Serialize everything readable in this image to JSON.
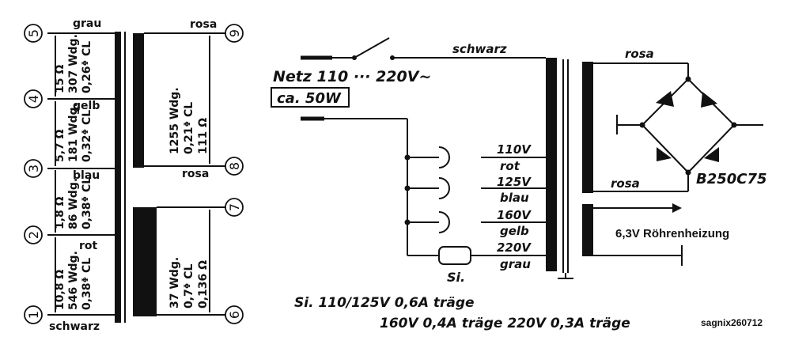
{
  "left_transformer": {
    "terminals": [
      {
        "num": "1",
        "wire": "schwarz"
      },
      {
        "num": "2",
        "wire": "rot"
      },
      {
        "num": "3",
        "wire": "blau"
      },
      {
        "num": "4",
        "wire": "gelb"
      },
      {
        "num": "5",
        "wire": "grau"
      },
      {
        "num": "6",
        "wire": ""
      },
      {
        "num": "7",
        "wire": ""
      },
      {
        "num": "8",
        "wire": "rosa"
      },
      {
        "num": "9",
        "wire": "rosa"
      }
    ],
    "primary_sections": [
      {
        "ohm": "10,8 Ω",
        "turns": "546 Wdg.",
        "wire": "0,38ᶲ CL"
      },
      {
        "ohm": "1,8 Ω",
        "turns": "86 Wdg.",
        "wire": "0,38ᶲ CL"
      },
      {
        "ohm": "5,7 Ω",
        "turns": "181 Wdg.",
        "wire": "0,32ᶲ CL"
      },
      {
        "ohm": "15 Ω",
        "turns": "307 Wdg.",
        "wire": "0,26ᶲ CL"
      }
    ],
    "secondary_hv": {
      "turns": "1255 Wdg.",
      "wire": "0,21ᶲ CL",
      "ohm": "111 Ω"
    },
    "secondary_heater": {
      "turns": "37 Wdg.",
      "wire": "0,7ᶲ CL",
      "ohm": "0,136 Ω"
    }
  },
  "right_schematic": {
    "mains": "Netz 110 ··· 220V~",
    "power": "ca. 50W",
    "wire_top": "schwarz",
    "taps": [
      {
        "volt": "110V",
        "color": "rot"
      },
      {
        "volt": "125V",
        "color": "blau"
      },
      {
        "volt": "160V",
        "color": "gelb"
      },
      {
        "volt": "220V",
        "color": "grau"
      }
    ],
    "fuse": "Si.",
    "rectifier_wire_top": "rosa",
    "rectifier_wire_bottom": "rosa",
    "rectifier": "B250C75",
    "heater": "6,3V Röhrenheizung",
    "fuse_line1": "Si.  110/125V 0,6A träge",
    "fuse_line2": "160V 0,4A träge   220V 0,3A träge"
  },
  "credit": "sagnix260712"
}
